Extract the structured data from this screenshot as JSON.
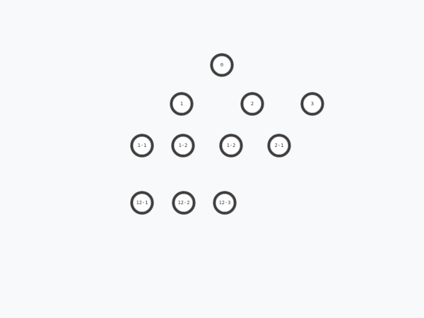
{
  "nodes": [
    {
      "label": "0"
    },
    {
      "label": "1"
    },
    {
      "label": "2"
    },
    {
      "label": "3"
    },
    {
      "label": "1-1"
    },
    {
      "label": "1-2"
    },
    {
      "label": "1-2"
    },
    {
      "label": "2-1"
    },
    {
      "label": "12-1"
    },
    {
      "label": "12-2"
    },
    {
      "label": "12-3"
    }
  ],
  "colors": {
    "background": "#f8f9fa",
    "node_stroke": "#3d3d3d",
    "node_fill": "#ffffff",
    "label": "#444444"
  }
}
